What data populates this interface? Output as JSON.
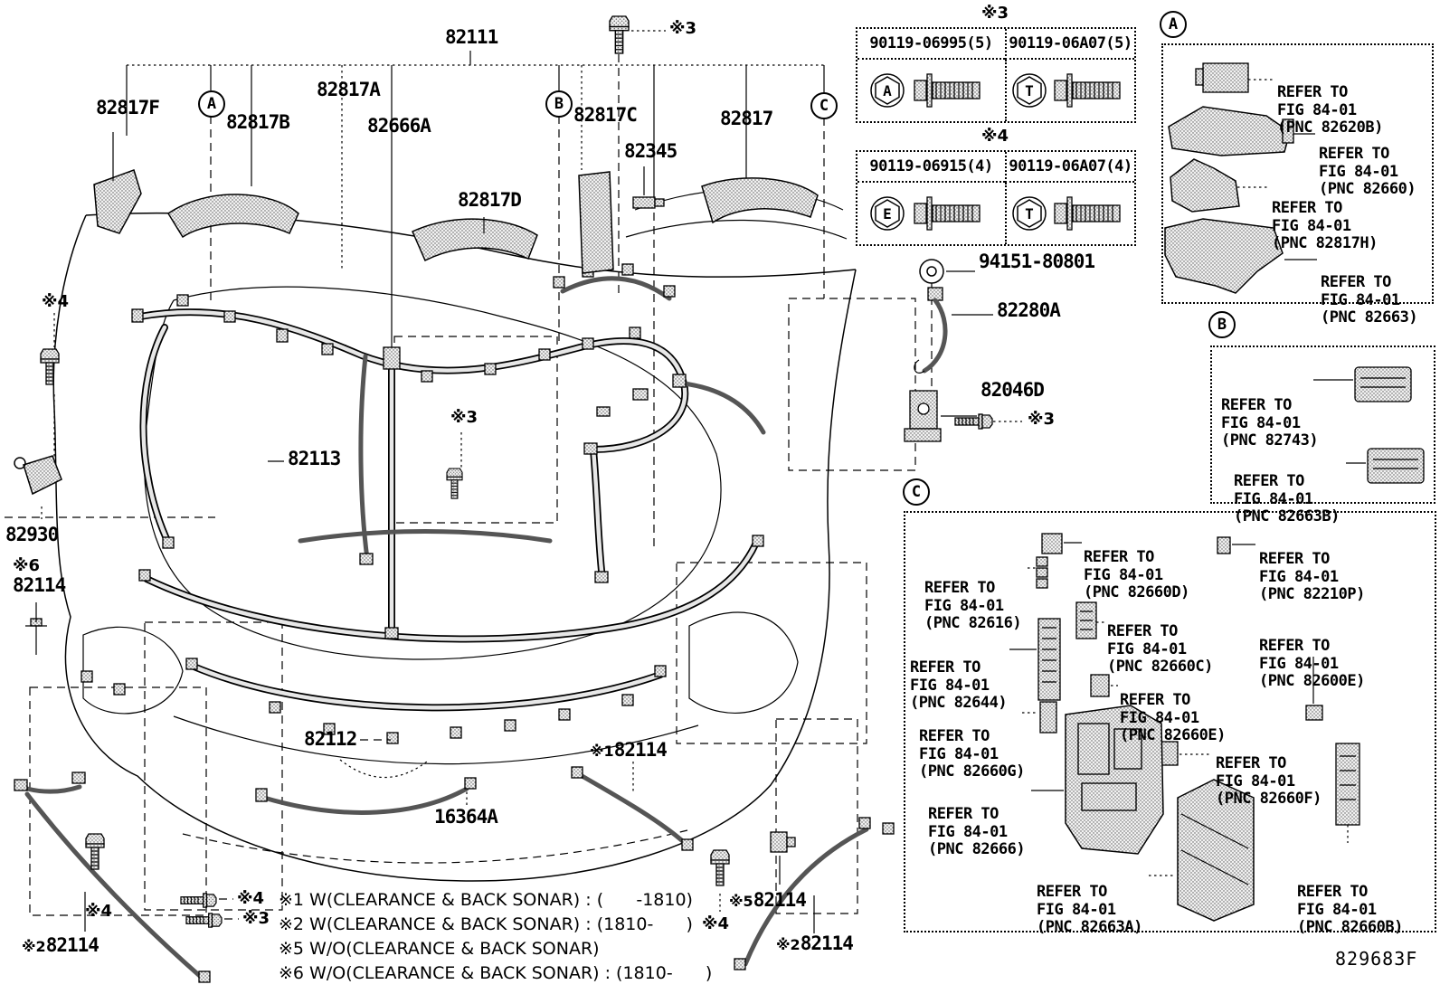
{
  "figure_code": "829683F",
  "marks": {
    "m1": "※1",
    "m2": "※2",
    "m3": "※3",
    "m4": "※4",
    "m5": "※5",
    "m6": "※6"
  },
  "balloons": {
    "A": "A",
    "B": "B",
    "C": "C"
  },
  "parts": {
    "p82111": "82111",
    "p82817F": "82817F",
    "p82817B": "82817B",
    "p82817A": "82817A",
    "p82666A": "82666A",
    "p82817D": "82817D",
    "p82817C": "82817C",
    "p82345": "82345",
    "p82817": "82817",
    "p94151": "94151-80801",
    "p82280A": "82280A",
    "p82046D": "82046D",
    "p82113": "82113",
    "p82930": "82930",
    "p82112": "82112",
    "p16364A": "16364A",
    "p82114": "82114"
  },
  "fastener_tables": [
    {
      "note": "※3",
      "columns": [
        {
          "part": "90119-06995(5)",
          "head_letter": "A"
        },
        {
          "part": "90119-06A07(5)",
          "head_letter": "T"
        }
      ]
    },
    {
      "note": "※4",
      "columns": [
        {
          "part": "90119-06915(4)",
          "head_letter": "E"
        },
        {
          "part": "90119-06A07(4)",
          "head_letter": "T"
        }
      ]
    }
  ],
  "panels": {
    "A": {
      "items": [
        {
          "lines": [
            "REFER TO",
            "FIG 84-01",
            "(PNC 82620B)"
          ]
        },
        {
          "lines": [
            "REFER TO",
            "FIG 84-01",
            "(PNC 82660)"
          ]
        },
        {
          "lines": [
            "REFER TO",
            "FIG 84-01",
            "(PNC 82817H)"
          ]
        },
        {
          "lines": [
            "REFER TO",
            "FIG 84-01",
            "(PNC 82663)"
          ]
        }
      ]
    },
    "B": {
      "items": [
        {
          "lines": [
            "REFER TO",
            "FIG 84-01",
            "(PNC 82743)"
          ]
        },
        {
          "lines": [
            "REFER TO",
            "FIG 84-01",
            "(PNC 82663B)"
          ]
        }
      ]
    },
    "C": {
      "items": [
        {
          "lines": [
            "REFER TO",
            "FIG 84-01",
            "(PNC 82616)"
          ]
        },
        {
          "lines": [
            "REFER TO",
            "FIG 84-01",
            "(PNC 82660D)"
          ]
        },
        {
          "lines": [
            "REFER TO",
            "FIG 84-01",
            "(PNC 82210P)"
          ]
        },
        {
          "lines": [
            "REFER TO",
            "FIG 84-01",
            "(PNC 82660C)"
          ]
        },
        {
          "lines": [
            "REFER TO",
            "FIG 84-01",
            "(PNC 82600E)"
          ]
        },
        {
          "lines": [
            "REFER TO",
            "FIG 84-01",
            "(PNC 82644)"
          ]
        },
        {
          "lines": [
            "REFER TO",
            "FIG 84-01",
            "(PNC 82660E)"
          ]
        },
        {
          "lines": [
            "REFER TO",
            "FIG 84-01",
            "(PNC 82660G)"
          ]
        },
        {
          "lines": [
            "REFER TO",
            "FIG 84-01",
            "(PNC 82660F)"
          ]
        },
        {
          "lines": [
            "REFER TO",
            "FIG 84-01",
            "(PNC 82666)"
          ]
        },
        {
          "lines": [
            "REFER TO",
            "FIG 84-01",
            "(PNC 82663A)"
          ]
        },
        {
          "lines": [
            "REFER TO",
            "FIG 84-01",
            "(PNC 82660B)"
          ]
        }
      ]
    }
  },
  "notes": [
    "※1 W(CLEARANCE & BACK SONAR) : (      -1810)",
    "※2 W(CLEARANCE & BACK SONAR) : (1810-      )",
    "※5 W/O(CLEARANCE & BACK SONAR)",
    "※6 W/O(CLEARANCE & BACK SONAR) : (1810-      )"
  ]
}
